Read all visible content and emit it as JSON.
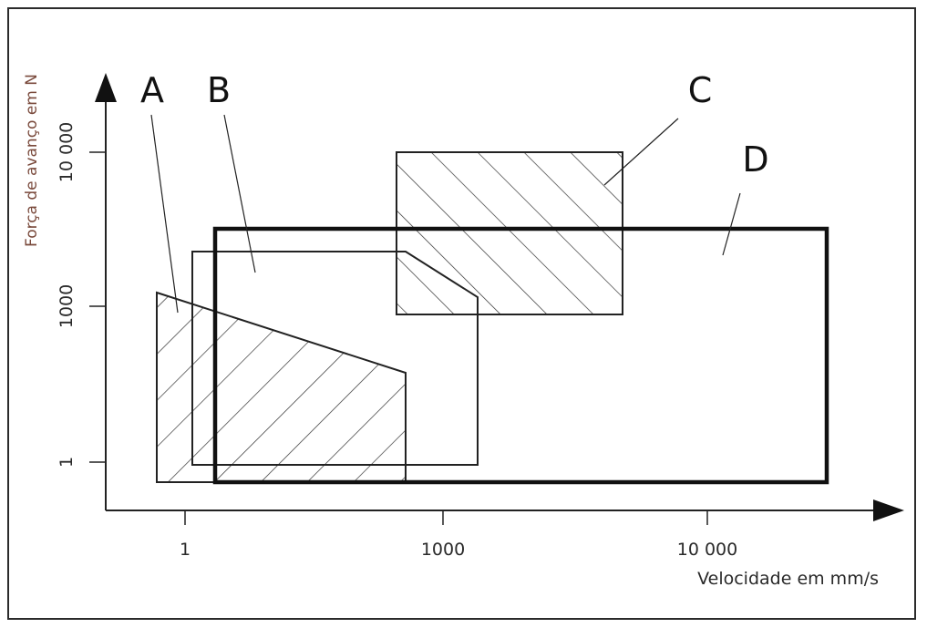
{
  "axes": {
    "x_title": "Velocidade em mm/s",
    "y_title": "Força de avanço em N",
    "x_ticks": [
      "1",
      "1000",
      "10 000"
    ],
    "y_ticks": [
      "1",
      "1000",
      "10 000"
    ]
  },
  "regions": {
    "a": {
      "label": "A",
      "hatched": true
    },
    "b": {
      "label": "B",
      "hatched": false
    },
    "c": {
      "label": "C",
      "hatched": true
    },
    "d": {
      "label": "D",
      "hatched": false
    }
  },
  "colors": {
    "line": "#222222",
    "frame": "#2b2b2b",
    "y_title": "#7a4a3c"
  }
}
